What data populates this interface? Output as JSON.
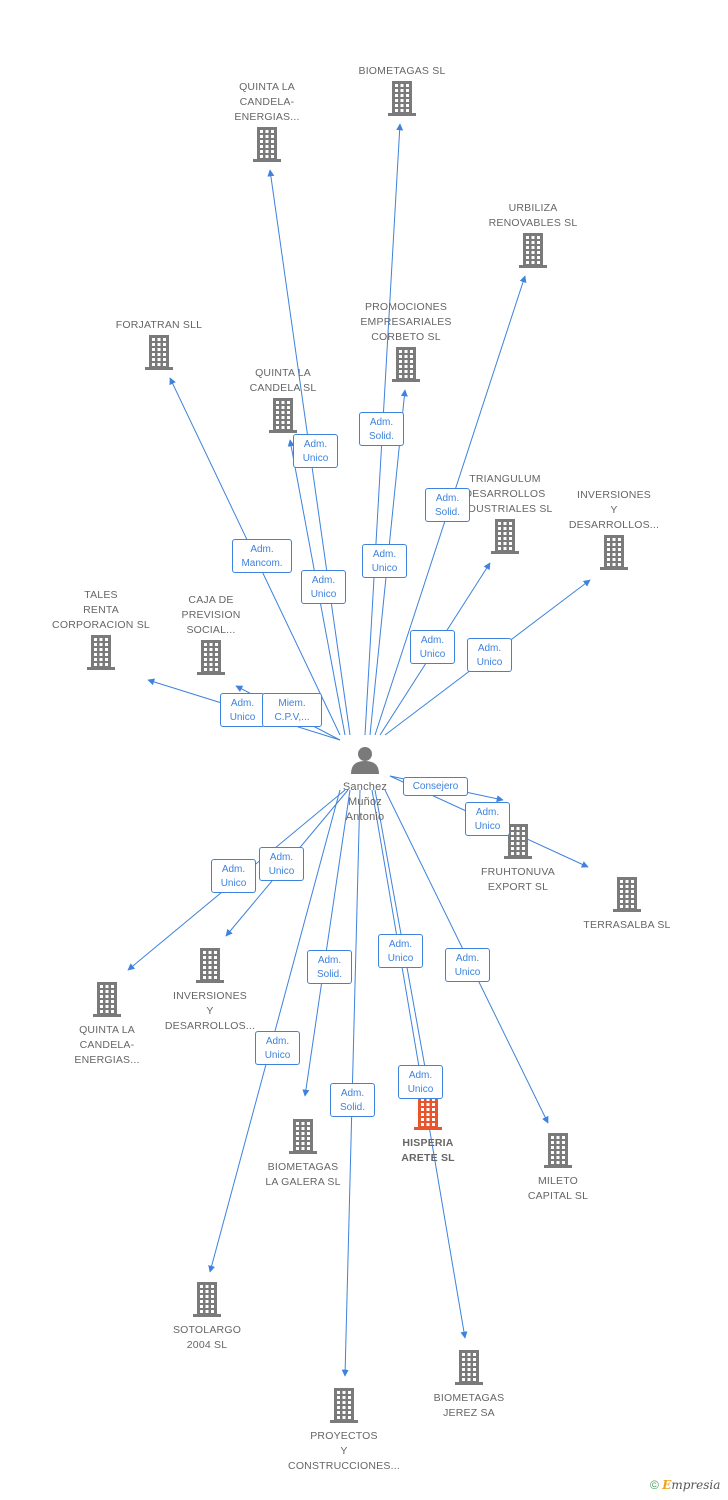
{
  "colors": {
    "edge": "#3d82dc",
    "building": "#7a7a7a",
    "building_highlight": "#e8542c",
    "text": "#666666"
  },
  "center": {
    "name": [
      "Sanchez",
      "Muñoz",
      "Antonio"
    ],
    "icon": "person-icon"
  },
  "companies": [
    {
      "id": "biometagas-sl",
      "lines": [
        "BIOMETAGAS SL"
      ]
    },
    {
      "id": "quinta-la-candela-energias-top",
      "lines": [
        "QUINTA LA",
        "CANDELA-",
        "ENERGIAS..."
      ]
    },
    {
      "id": "urbiliza-renovables",
      "lines": [
        "URBILIZA",
        "RENOVABLES SL"
      ]
    },
    {
      "id": "forjatran",
      "lines": [
        "FORJATRAN SLL"
      ]
    },
    {
      "id": "promociones-corbeto",
      "lines": [
        "PROMOCIONES",
        "EMPRESARIALES",
        "CORBETO SL"
      ]
    },
    {
      "id": "quinta-la-candela-sl",
      "lines": [
        "QUINTA LA",
        "CANDELA SL"
      ]
    },
    {
      "id": "triangulum",
      "lines": [
        "TRIANGULUM",
        "DESARROLLOS",
        "INDUSTRIALES SL"
      ]
    },
    {
      "id": "inversiones-top",
      "lines": [
        "INVERSIONES",
        "Y",
        "DESARROLLOS..."
      ]
    },
    {
      "id": "tales-renta",
      "lines": [
        "TALES",
        "RENTA",
        "CORPORACION SL"
      ]
    },
    {
      "id": "caja-prevision",
      "lines": [
        "CAJA DE",
        "PREVISION",
        "SOCIAL..."
      ]
    },
    {
      "id": "fruhtonuva",
      "lines": [
        "FRUHTONUVA",
        "EXPORT SL"
      ]
    },
    {
      "id": "terrasalba",
      "lines": [
        "TERRASALBA SL"
      ]
    },
    {
      "id": "quinta-la-candela-energias-bottom",
      "lines": [
        "QUINTA LA",
        "CANDELA-",
        "ENERGIAS..."
      ]
    },
    {
      "id": "inversiones-bottom",
      "lines": [
        "INVERSIONES",
        "Y",
        "DESARROLLOS..."
      ]
    },
    {
      "id": "biometagas-la-galera",
      "lines": [
        "BIOMETAGAS",
        "LA GALERA SL"
      ]
    },
    {
      "id": "hisperia-arete",
      "lines": [
        "HISPERIA",
        "ARETE SL"
      ],
      "highlight": true
    },
    {
      "id": "mileto-capital",
      "lines": [
        "MILETO",
        "CAPITAL SL"
      ]
    },
    {
      "id": "sotolargo",
      "lines": [
        "SOTOLARGO",
        "2004 SL"
      ]
    },
    {
      "id": "proyectos-construcciones",
      "lines": [
        "PROYECTOS",
        "Y",
        "CONSTRUCCIONES..."
      ]
    },
    {
      "id": "biometagas-jerez",
      "lines": [
        "BIOMETAGAS",
        "JEREZ SA"
      ]
    }
  ],
  "relations": [
    {
      "lines": [
        "Adm.",
        "Solid."
      ]
    },
    {
      "lines": [
        "Adm.",
        "Unico"
      ]
    },
    {
      "lines": [
        "Adm.",
        "Solid."
      ]
    },
    {
      "lines": [
        "Adm.",
        "Mancom."
      ]
    },
    {
      "lines": [
        "Adm.",
        "Unico"
      ]
    },
    {
      "lines": [
        "Adm.",
        "Unico"
      ]
    },
    {
      "lines": [
        "Adm.",
        "Unico"
      ]
    },
    {
      "lines": [
        "Adm.",
        "Unico"
      ]
    },
    {
      "lines": [
        "Adm.",
        "Unico"
      ]
    },
    {
      "lines": [
        "Miem.",
        "C.P.V,..."
      ]
    },
    {
      "lines": [
        "Consejero"
      ]
    },
    {
      "lines": [
        "Adm.",
        "Unico"
      ]
    },
    {
      "lines": [
        "Adm.",
        "Unico"
      ]
    },
    {
      "lines": [
        "Adm.",
        "Unico"
      ]
    },
    {
      "lines": [
        "Adm.",
        "Solid."
      ]
    },
    {
      "lines": [
        "Adm.",
        "Unico"
      ]
    },
    {
      "lines": [
        "Adm.",
        "Unico"
      ]
    },
    {
      "lines": [
        "Adm.",
        "Unico"
      ]
    },
    {
      "lines": [
        "Adm.",
        "Solid."
      ]
    },
    {
      "lines": [
        "Adm.",
        "Unico"
      ]
    }
  ],
  "footer": {
    "copyright": "©",
    "brand_e": "E",
    "brand_rest": "mpresia"
  }
}
